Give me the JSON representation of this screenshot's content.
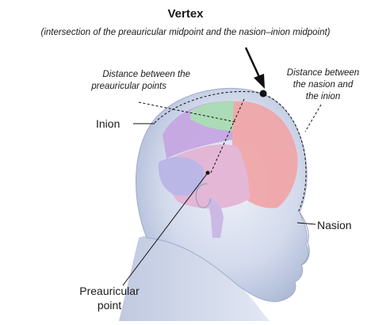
{
  "title": "Vertex",
  "subtitle": "(intersection of the preauricular midpoint and the nasion–inion midpoint)",
  "labels": {
    "preauricular_distance_line1": "Distance between the",
    "preauricular_distance_line2": "preauricular points",
    "nasion_inion_distance_line1": "Distance between",
    "nasion_inion_distance_line2": "the nasion and",
    "nasion_inion_distance_line3": "the inion",
    "inion": "Inion",
    "nasion": "Nasion",
    "preauricular_line1": "Preauricular",
    "preauricular_line2": "point"
  },
  "colors": {
    "head": "#c9d3ea",
    "brain_frontal": "#f1a5a8",
    "brain_parietal": "#c6a5e2",
    "brain_occipital": "#a9dbb3",
    "brain_temporal": "#e4b3d4",
    "cerebellum": "#b8b4e6",
    "marker": "#111111"
  }
}
